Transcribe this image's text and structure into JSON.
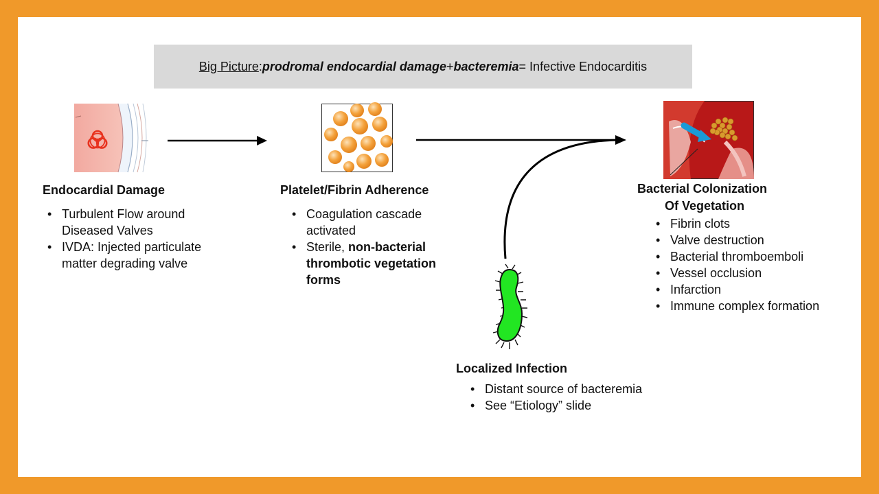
{
  "banner": {
    "label": "Big Picture",
    "colon": ": ",
    "term1": "prodromal endocardial damage",
    "plus": " + ",
    "term2": "bacteremia",
    "equals": " = Infective Endocarditis"
  },
  "stages": {
    "damage": {
      "heading": "Endocardial Damage",
      "items": [
        "Turbulent Flow around Diseased Valves",
        "IVDA: Injected particulate matter degrading valve"
      ]
    },
    "platelet": {
      "heading": "Platelet/Fibrin Adherence",
      "item1": "Coagulation cascade activated",
      "item2_plain": "Sterile, ",
      "item2_bold": "non-bacterial thrombotic vegetation forms"
    },
    "colonization": {
      "heading_line1": "Bacterial Colonization",
      "heading_line2": "Of Vegetation",
      "items": [
        "Fibrin clots",
        "Valve destruction",
        "Bacterial thromboemboli",
        "Vessel occlusion",
        "Infarction",
        "Immune complex formation"
      ]
    },
    "infection": {
      "heading": "Localized Infection",
      "items": [
        "Distant source of bacteremia",
        "See “Etiology” slide"
      ]
    }
  },
  "colors": {
    "frame": "#f0992a",
    "banner_bg": "#d9d9d9",
    "bacterium": "#22e622",
    "biohazard": "#e8321e",
    "platelet": "#f4a23c"
  },
  "icons": [
    "biohazard-icon",
    "platelets-icon",
    "bacterium-icon",
    "heart-valve-vegetation-icon"
  ]
}
